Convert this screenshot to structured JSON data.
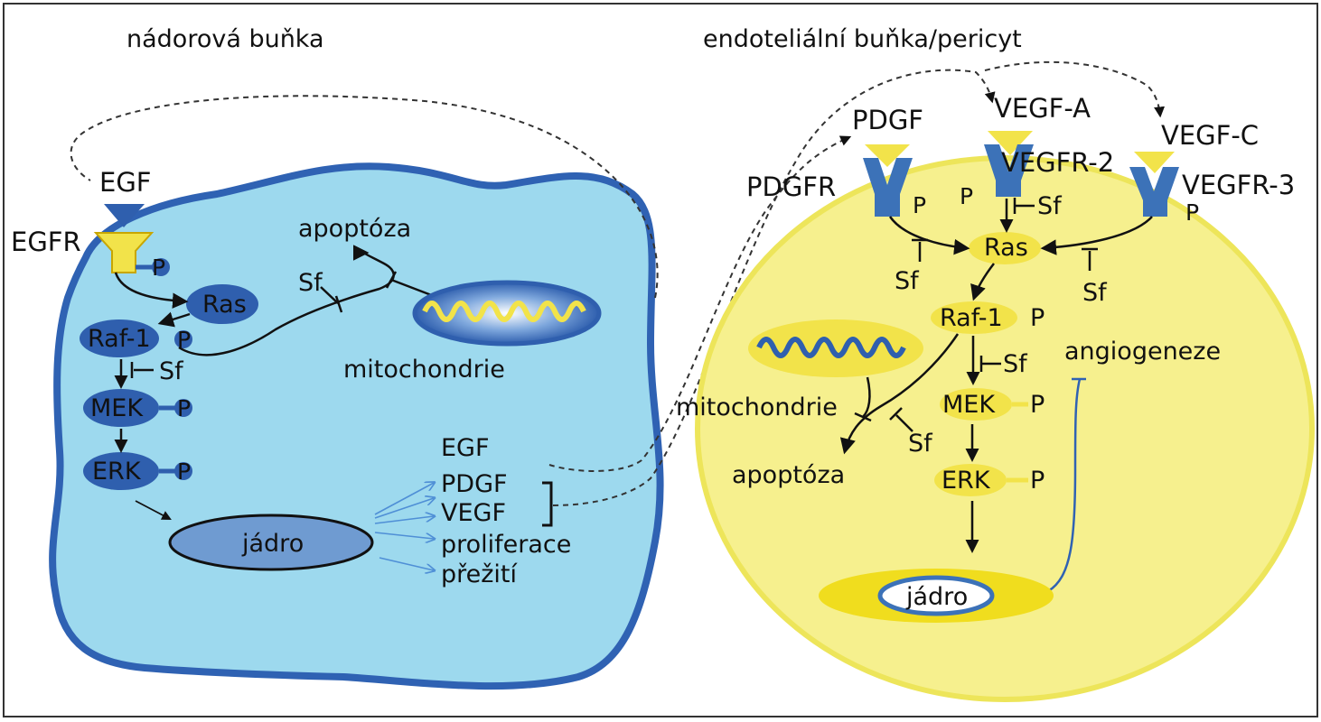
{
  "tumor_cell": {
    "title": "nádorová buňka",
    "ligand": "EGF",
    "receptor": "EGFR",
    "phospho": "P",
    "ras": "Ras",
    "raf": "Raf-1",
    "mek": "MEK",
    "erk": "ERK",
    "inhibitor": "Sf",
    "apoptosis": "apoptóza",
    "mitochondria": "mitochondrie",
    "nucleus": "jádro",
    "outputs": [
      "EGF",
      "PDGF",
      "VEGF",
      "proliferace",
      "přežití"
    ]
  },
  "endothelial_cell": {
    "title": "endoteliální buňka/pericyt",
    "ligands": [
      "PDGF",
      "VEGF-A",
      "VEGF-C"
    ],
    "receptors": [
      "PDGFR",
      "VEGFR-2",
      "VEGFR-3"
    ],
    "phospho": "P",
    "ras": "Ras",
    "raf": "Raf-1",
    "mek": "MEK",
    "erk": "ERK",
    "inhibitor": "Sf",
    "apoptosis": "apoptóza",
    "mitochondria": "mitochondrie",
    "angiogenesis": "angiogeneze",
    "nucleus": "jádro"
  },
  "colors": {
    "tumor_fill": "#9dd9ee",
    "tumor_border": "#2f62b3",
    "node_dark": "#2f5fae",
    "nucleus_tumor": "#6f9bd1",
    "receptor_yellow": "#f2e34a",
    "endo_fill": "#f6f08e",
    "endo_border": "#ede55a",
    "receptor_blue": "#3c72b8",
    "arrow_light": "#4f8fd6"
  }
}
